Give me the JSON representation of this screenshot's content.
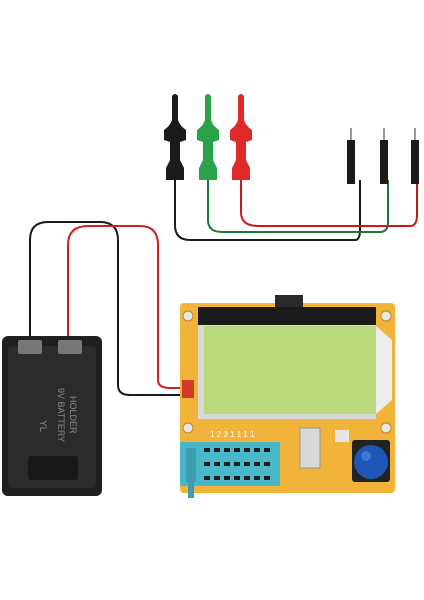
{
  "scene": {
    "description_icon_names": [
      "battery-holder-icon",
      "lcd-screen-icon",
      "test-button-icon",
      "zif-socket-icon",
      "probe-clip-icon",
      "pin-lead-icon"
    ]
  },
  "battery_holder": {
    "brand": "YL",
    "line1": "9V BATTERY",
    "line2": "HOLDER"
  },
  "board": {
    "pin_labels": "1 2 3 1 1 1 1"
  },
  "colors": {
    "board": "#f2b33a",
    "lcd": "#b9d97a",
    "wire_red": "#d11f1f",
    "wire_black": "#1a1a1a",
    "wire_green": "#1a7a3a",
    "button": "#1e57b5",
    "zif": "#4ab7c9"
  }
}
